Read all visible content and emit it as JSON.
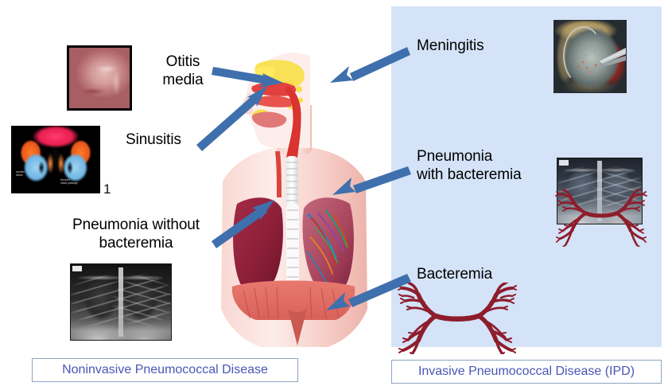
{
  "figure": {
    "title": "Pneumococcal disease manifestations",
    "colors": {
      "arrow_blue": "#3f70ad",
      "panel_blue": "#d4e3f7",
      "caption_text": "#4a56b5",
      "caption_border": "#8fa4c4",
      "label_text": "#000000",
      "tree_red": "#8e1d2c"
    }
  },
  "noninvasive": {
    "caption": "Noninvasive Pneumococcal Disease",
    "labels": [
      {
        "id": "otitis-media",
        "text": "Otitis\nmedia"
      },
      {
        "id": "sinusitis",
        "text": "Sinusitis"
      },
      {
        "id": "pneumonia-without-bacteremia",
        "text": "Pneumonia without\nbacteremia"
      }
    ],
    "images": [
      {
        "id": "otitis-media-otoscopy",
        "alt": "Otoscopic view of inflamed tympanic membrane"
      },
      {
        "id": "sinusitis-ct-scan",
        "alt": "Colorized CT scan of sinuses",
        "footnote": "1"
      },
      {
        "id": "pneumonia-chest-xray",
        "alt": "Chest radiograph showing pneumonia"
      }
    ]
  },
  "invasive": {
    "caption": "Invasive Pneumococcal Disease (IPD)",
    "labels": [
      {
        "id": "meningitis",
        "text": "Meningitis"
      },
      {
        "id": "pneumonia-with-bacteremia",
        "text": "Pneumonia\nwith bacteremia"
      },
      {
        "id": "bacteremia",
        "text": "Bacteremia"
      }
    ],
    "images": [
      {
        "id": "meningitis-surgical-photo",
        "alt": "Intraoperative photo of exposed meninges"
      },
      {
        "id": "pneumonia-bacteremia-composite",
        "alt": "Chest radiograph with bloodstream spread overlay"
      },
      {
        "id": "bacteremia-bloodstream",
        "alt": "Branching bloodstream illustration"
      }
    ]
  },
  "anatomy": {
    "id": "respiratory-anatomy-figure",
    "alt": "Upper torso cutaway showing sinuses, middle ear, airway and lungs"
  },
  "arrows": [
    {
      "id": "arrow-otitis-media",
      "points_to": "middle ear"
    },
    {
      "id": "arrow-sinusitis",
      "points_to": "sinus cavity"
    },
    {
      "id": "arrow-pneumonia-without-bacteremia",
      "points_to": "right lung"
    },
    {
      "id": "arrow-meningitis",
      "points_to": "meninges / head"
    },
    {
      "id": "arrow-pneumonia-with-bacteremia",
      "points_to": "left lung vasculature"
    },
    {
      "id": "arrow-bacteremia",
      "points_to": "bloodstream / lower torso"
    }
  ]
}
